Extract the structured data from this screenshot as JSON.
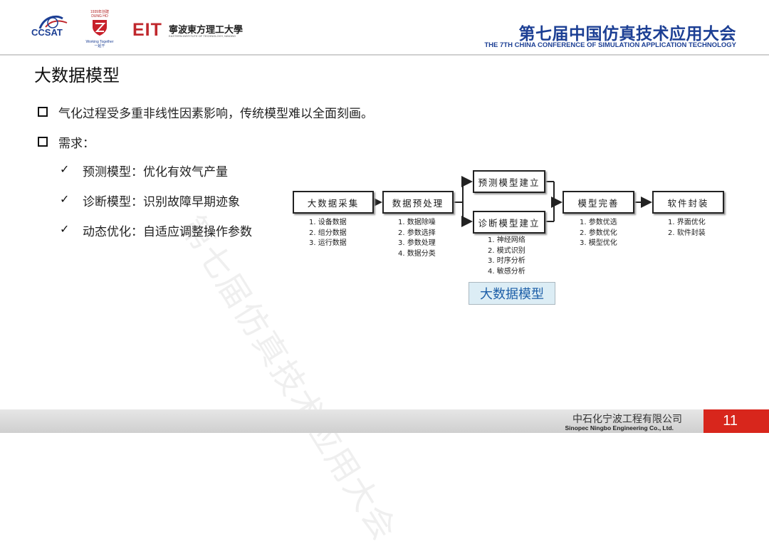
{
  "header": {
    "logo_ccsat": "CCSAT",
    "logo_nb_top": "1939年创建",
    "logo_nb_mid": "DUNG HO",
    "logo_nb_bottom": "Working Together",
    "logo_nb_cn": "一起干",
    "logo_eit_mark": "EIT",
    "logo_eit_cn": "寧波東方理工大學",
    "logo_eit_en": "EASTERN INSTITUTE OF TECHNOLOGY, NINGBO",
    "conference_cn": "第七届中国仿真技术应用大会",
    "conference_en": "THE 7TH CHINA CONFERENCE OF SIMULATION APPLICATION TECHNOLOGY"
  },
  "slide": {
    "title": "大数据模型",
    "bullets": [
      "气化过程受多重非线性因素影响，传统模型难以全面刻画。",
      "需求："
    ],
    "sub_bullets": [
      "预测模型：优化有效气产量",
      "诊断模型：识别故障早期迹象",
      "动态优化：自适应调整操作参数"
    ],
    "check_mark": "✓"
  },
  "diagram": {
    "nodes": {
      "collect": "大数据采集",
      "preprocess": "数据预处理",
      "predict": "预测模型建立",
      "diagnose": "诊断模型建立",
      "improve": "模型完善",
      "package": "软件封装"
    },
    "lists": {
      "collect": [
        "1. 设备数据",
        "2. 组分数据",
        "3. 运行数据"
      ],
      "preprocess": [
        "1. 数据除噪",
        "2. 参数选择",
        "3. 参数处理",
        "4. 数据分类"
      ],
      "diagnose": [
        "1. 神经网络",
        "2. 模式识别",
        "3. 时序分析",
        "4. 敏感分析"
      ],
      "improve": [
        "1. 参数优选",
        "2. 参数优化",
        "3. 模型优化"
      ],
      "package": [
        "1. 界面优化",
        "2. 软件封装"
      ]
    },
    "caption": "大数据模型"
  },
  "watermark": "第七届仿真技术应用大会",
  "footer": {
    "company_cn": "中石化宁波工程有限公司",
    "company_en": "Sinopec Ningbo Engineering Co., Ltd.",
    "page_number": "11"
  },
  "colors": {
    "brand_blue": "#1c3f94",
    "accent_red": "#d8261c",
    "caption_bg": "#dcedf5"
  }
}
